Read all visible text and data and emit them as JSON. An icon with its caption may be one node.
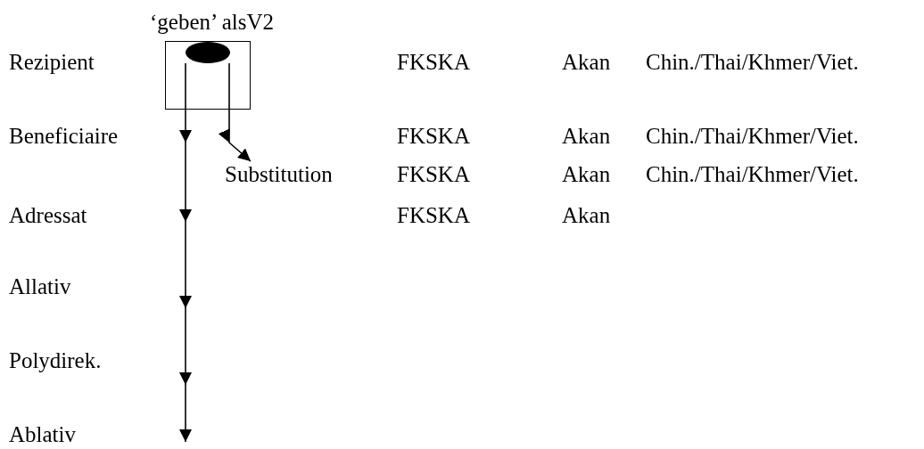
{
  "diagram": {
    "nodes": [
      {
        "text": [
          "‘geben’ alsV2"
        ]
      },
      {
        "text": [],
        "shape": "ellipse",
        "in": 0
      },
      {
        "text": [
          "Substitution"
        ]
      }
    ],
    "edges": [
      {
        "from": 1,
        "to": null,
        "arrow": "to"
      },
      {
        "from": 1,
        "to": 2,
        "arrow": "to"
      }
    ],
    "labels": [
      "Rezipient",
      "FKSKA",
      "Akan",
      "Chin./Thai/Khmer/Viet.",
      "Beneficiaire",
      "FKSKA",
      "Akan",
      "Chin./Thai/Khmer/Viet.",
      "FKSKA",
      "Akan",
      "Chin./Thai/Khmer/Viet.",
      "Adressat",
      "FKSKA",
      "Akan",
      "Allativ",
      "Polydirek.",
      "Ablativ"
    ]
  }
}
